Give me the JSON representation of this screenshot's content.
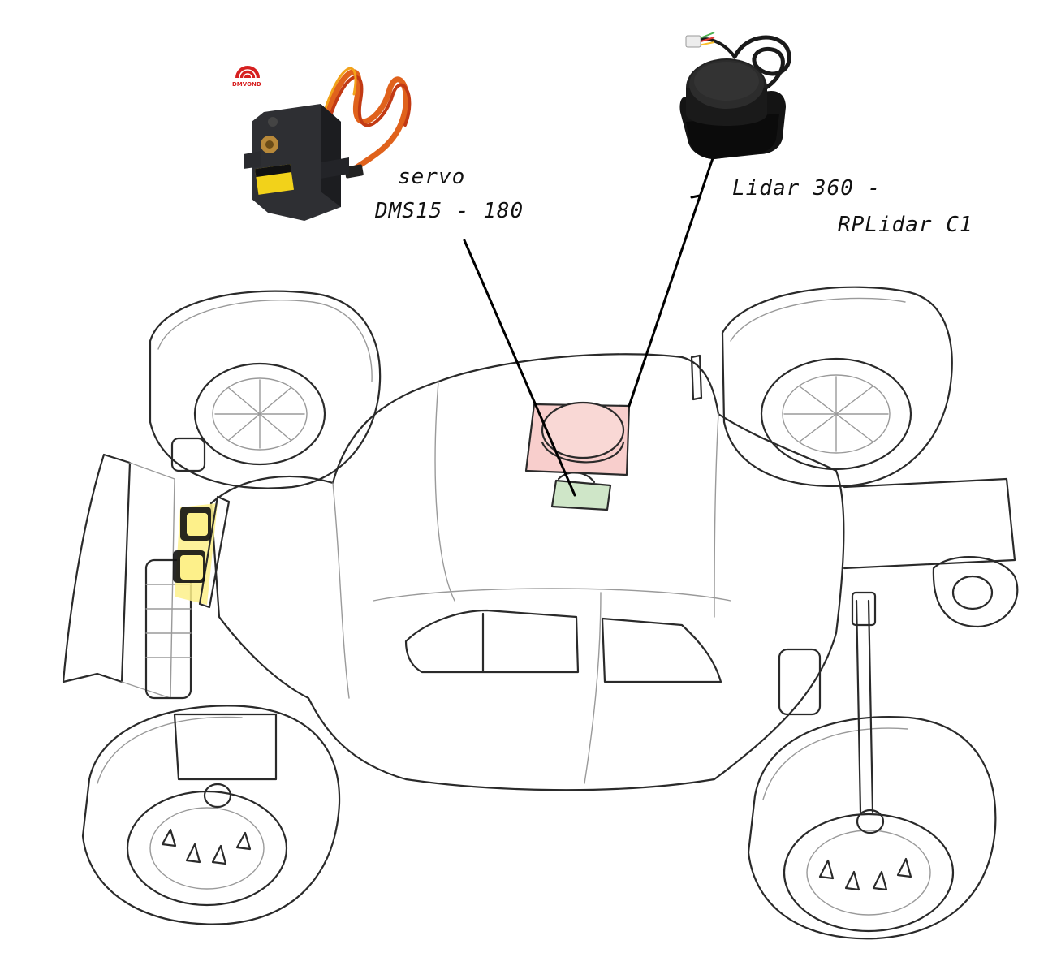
{
  "labels": {
    "servo_line1": "servo",
    "servo_line2": "DMS15 - 180",
    "lidar_line1": "Lidar 360 -",
    "lidar_line2": "RPLidar C1",
    "servo_brand": "DMVOND"
  },
  "colors": {
    "lidar_highlight": "#f7c9c6",
    "servo_highlight": "#cfe6c8",
    "bumper_highlight": "#fdf08a",
    "brand_red": "#d62020"
  },
  "icons": {
    "servo_photo": "servo-motor-icon",
    "lidar_photo": "lidar-sensor-icon",
    "brand_logo": "dmvond-logo-icon"
  }
}
